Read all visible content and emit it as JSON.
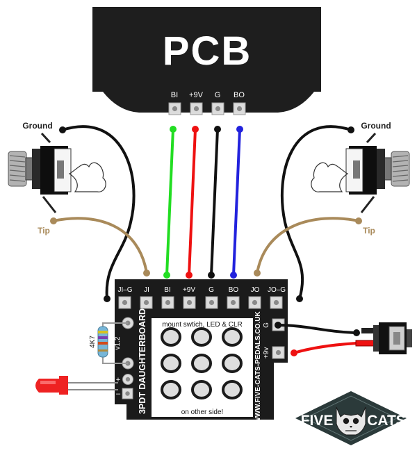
{
  "pcb": {
    "title": "PCB",
    "pins": [
      "BI",
      "+9V",
      "G",
      "BO"
    ]
  },
  "jacks": {
    "left": {
      "ground_label": "Ground",
      "tip_label": "Tip"
    },
    "right": {
      "ground_label": "Ground",
      "tip_label": "Tip"
    }
  },
  "board": {
    "top_pins": [
      "JI–G",
      "JI",
      "BI",
      "+9V",
      "G",
      "BO",
      "JO",
      "JO–G"
    ],
    "vertical_name": "3PDT DAUGHTERBOARD",
    "version": "v1.2",
    "resistor_label": "4K7",
    "top_note": "mount swtich, LED & CLR",
    "bottom_note": "on other side!",
    "url": "WWW.FIVE-CATS-PEDALS.CO.UK",
    "right_pins": [
      "G",
      "+9v"
    ],
    "led_pins": [
      "+",
      "–"
    ]
  },
  "logo": {
    "word_left": "FIVE",
    "word_right": "CATS"
  },
  "colors": {
    "bi_wire": "#22dd22",
    "power_wire": "#ee1111",
    "ground_wire": "#111111",
    "bo_wire": "#2222dd",
    "tip_wire": "#a98a5a",
    "board": "#1b1b1b",
    "pad": "#dcdcdc"
  }
}
